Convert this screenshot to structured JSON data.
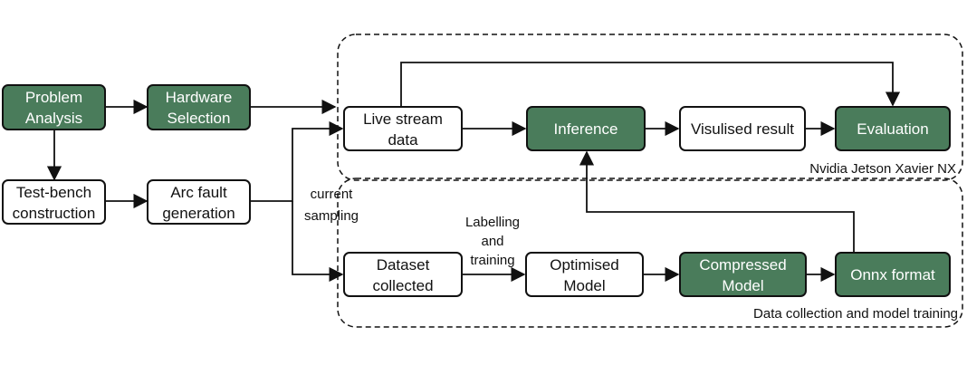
{
  "diagram": {
    "nodes": {
      "problem_analysis": {
        "lines": [
          "Problem",
          "Analysis"
        ],
        "style": "green"
      },
      "hardware_selection": {
        "lines": [
          "Hardware",
          "Selection"
        ],
        "style": "green"
      },
      "test_bench": {
        "lines": [
          "Test-bench",
          "construction"
        ],
        "style": "white"
      },
      "arc_fault": {
        "lines": [
          "Arc fault",
          "generation"
        ],
        "style": "white"
      },
      "live_stream": {
        "lines": [
          "Live stream",
          "data"
        ],
        "style": "white"
      },
      "inference": {
        "lines": [
          "Inference"
        ],
        "style": "green"
      },
      "visualised_result": {
        "lines": [
          "Visulised result"
        ],
        "style": "white"
      },
      "evaluation": {
        "lines": [
          "Evaluation"
        ],
        "style": "green"
      },
      "dataset_collected": {
        "lines": [
          "Dataset",
          "collected"
        ],
        "style": "white"
      },
      "optimised_model": {
        "lines": [
          "Optimised",
          "Model"
        ],
        "style": "white"
      },
      "compressed_model": {
        "lines": [
          "Compressed",
          "Model"
        ],
        "style": "green"
      },
      "onnx_format": {
        "lines": [
          "Onnx format"
        ],
        "style": "green"
      }
    },
    "regions": {
      "jetson": {
        "label": "Nvidia Jetson Xavier NX"
      },
      "training": {
        "label": "Data collection and model training"
      }
    },
    "edge_labels": {
      "current_sampling": [
        "current",
        "sampling"
      ],
      "labelling_training": [
        "Labelling",
        "and",
        "training"
      ]
    },
    "colors": {
      "green_fill": "#4a7c5b",
      "stroke": "#111111",
      "text_on_green": "#ffffff"
    }
  }
}
